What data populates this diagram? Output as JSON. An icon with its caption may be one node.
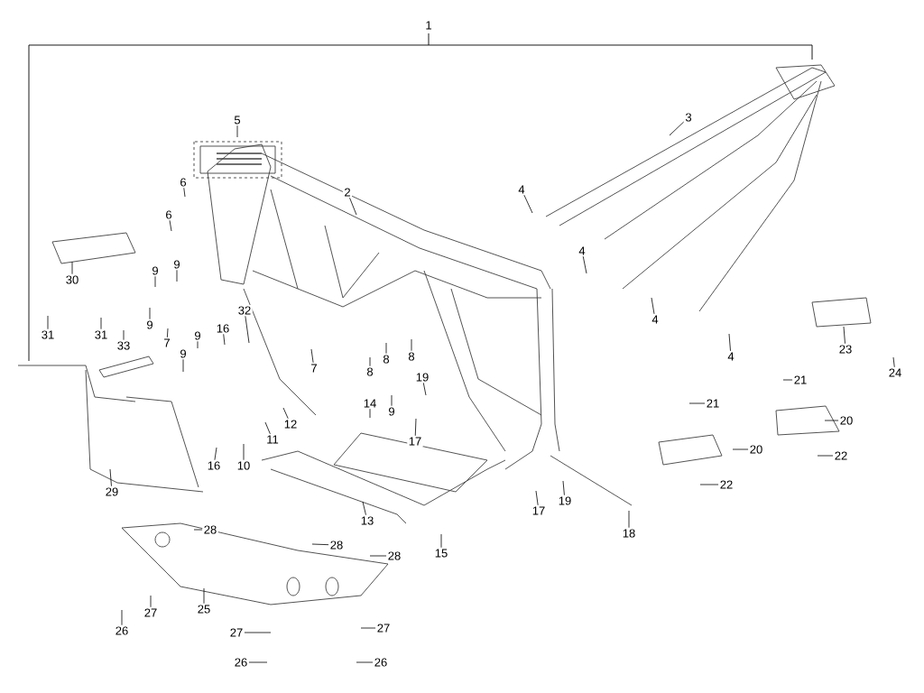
{
  "diagram": {
    "nodes": [
      {
        "text": [
          "2"
        ]
      },
      {
        "text": [
          "3"
        ]
      },
      {
        "text": [
          "4"
        ]
      },
      {
        "text": [
          "4"
        ]
      },
      {
        "text": [
          "4"
        ]
      },
      {
        "text": [
          "4"
        ]
      },
      {
        "text": [
          "5"
        ]
      },
      {
        "text": [
          "6"
        ]
      },
      {
        "text": [
          "6"
        ]
      },
      {
        "text": [
          "7"
        ]
      },
      {
        "text": [
          "7"
        ]
      },
      {
        "text": [
          "8"
        ]
      },
      {
        "text": [
          "8"
        ]
      },
      {
        "text": [
          "8"
        ]
      },
      {
        "text": [
          "9"
        ]
      },
      {
        "text": [
          "9"
        ]
      },
      {
        "text": [
          "9"
        ]
      },
      {
        "text": [
          "9"
        ]
      },
      {
        "text": [
          "9"
        ]
      },
      {
        "text": [
          "9"
        ]
      },
      {
        "text": [
          "10"
        ]
      },
      {
        "text": [
          "11"
        ]
      },
      {
        "text": [
          "12"
        ]
      },
      {
        "text": [
          "13"
        ]
      },
      {
        "text": [
          "14"
        ]
      },
      {
        "text": [
          "15"
        ]
      },
      {
        "text": [
          "16"
        ]
      },
      {
        "text": [
          "16"
        ]
      },
      {
        "text": [
          "17"
        ]
      },
      {
        "text": [
          "17"
        ]
      },
      {
        "text": [
          "18"
        ]
      },
      {
        "text": [
          "19"
        ]
      },
      {
        "text": [
          "19"
        ]
      },
      {
        "text": [
          "20"
        ]
      },
      {
        "text": [
          "20"
        ]
      },
      {
        "text": [
          "21"
        ]
      },
      {
        "text": [
          "21"
        ]
      },
      {
        "text": [
          "22"
        ]
      },
      {
        "text": [
          "22"
        ]
      },
      {
        "text": [
          "23"
        ]
      },
      {
        "text": [
          "24"
        ]
      },
      {
        "text": [
          "25"
        ]
      },
      {
        "text": [
          "26"
        ]
      },
      {
        "text": [
          "26"
        ]
      },
      {
        "text": [
          "26"
        ]
      },
      {
        "text": [
          "27"
        ]
      },
      {
        "text": [
          "27"
        ]
      },
      {
        "text": [
          "27"
        ]
      },
      {
        "text": [
          "28"
        ]
      },
      {
        "text": [
          "28"
        ]
      },
      {
        "text": [
          "28"
        ]
      },
      {
        "text": [
          "29"
        ]
      },
      {
        "text": [
          "30"
        ]
      },
      {
        "text": [
          "31"
        ]
      },
      {
        "text": [
          "31"
        ]
      },
      {
        "text": [
          "32"
        ]
      },
      {
        "text": [
          "33"
        ]
      }
    ],
    "edges": [
      {
        "from": 0,
        "to": null,
        "arrow": "none"
      },
      {
        "from": 1,
        "to": null,
        "arrow": "none"
      },
      {
        "from": 2,
        "to": null,
        "arrow": "none"
      },
      {
        "from": 3,
        "to": null,
        "arrow": "none"
      },
      {
        "from": 4,
        "to": null,
        "arrow": "none"
      },
      {
        "from": 5,
        "to": null,
        "arrow": "none"
      },
      {
        "from": 6,
        "to": null,
        "arrow": "none"
      },
      {
        "from": 7,
        "to": null,
        "arrow": "none"
      },
      {
        "from": 8,
        "to": null,
        "arrow": "none"
      },
      {
        "from": 9,
        "to": null,
        "arrow": "none"
      },
      {
        "from": 10,
        "to": null,
        "arrow": "none"
      },
      {
        "from": 11,
        "to": null,
        "arrow": "none"
      },
      {
        "from": 12,
        "to": null,
        "arrow": "none"
      },
      {
        "from": 13,
        "to": null,
        "arrow": "none"
      },
      {
        "from": 14,
        "to": null,
        "arrow": "none"
      },
      {
        "from": 15,
        "to": null,
        "arrow": "none"
      },
      {
        "from": 16,
        "to": null,
        "arrow": "none"
      },
      {
        "from": 17,
        "to": null,
        "arrow": "none"
      },
      {
        "from": 18,
        "to": null,
        "arrow": "none"
      },
      {
        "from": 19,
        "to": null,
        "arrow": "none"
      },
      {
        "from": 20,
        "to": null,
        "arrow": "none"
      },
      {
        "from": 21,
        "to": null,
        "arrow": "none"
      },
      {
        "from": 22,
        "to": null,
        "arrow": "none"
      },
      {
        "from": 23,
        "to": null,
        "arrow": "none"
      },
      {
        "from": 24,
        "to": null,
        "arrow": "none"
      },
      {
        "from": 25,
        "to": null,
        "arrow": "none"
      },
      {
        "from": 26,
        "to": null,
        "arrow": "none"
      },
      {
        "from": 27,
        "to": null,
        "arrow": "none"
      },
      {
        "from": 28,
        "to": null,
        "arrow": "none"
      },
      {
        "from": 29,
        "to": null,
        "arrow": "none"
      },
      {
        "from": 30,
        "to": null,
        "arrow": "none"
      },
      {
        "from": 31,
        "to": null,
        "arrow": "none"
      },
      {
        "from": 32,
        "to": null,
        "arrow": "none"
      },
      {
        "from": 33,
        "to": null,
        "arrow": "none"
      },
      {
        "from": 34,
        "to": null,
        "arrow": "none"
      },
      {
        "from": 35,
        "to": null,
        "arrow": "none"
      },
      {
        "from": 36,
        "to": null,
        "arrow": "none"
      },
      {
        "from": 37,
        "to": null,
        "arrow": "none"
      },
      {
        "from": 38,
        "to": null,
        "arrow": "none"
      },
      {
        "from": 39,
        "to": null,
        "arrow": "none"
      },
      {
        "from": 40,
        "to": null,
        "arrow": "none"
      },
      {
        "from": 41,
        "to": null,
        "arrow": "none"
      },
      {
        "from": 42,
        "to": null,
        "arrow": "none"
      },
      {
        "from": 43,
        "to": null,
        "arrow": "none"
      },
      {
        "from": 44,
        "to": null,
        "arrow": "none"
      },
      {
        "from": 45,
        "to": null,
        "arrow": "none"
      },
      {
        "from": 46,
        "to": null,
        "arrow": "none"
      },
      {
        "from": 47,
        "to": null,
        "arrow": "none"
      },
      {
        "from": 48,
        "to": null,
        "arrow": "none"
      },
      {
        "from": 49,
        "to": null,
        "arrow": "none"
      },
      {
        "from": 50,
        "to": null,
        "arrow": "none"
      },
      {
        "from": 51,
        "to": null,
        "arrow": "none"
      },
      {
        "from": 52,
        "to": null,
        "arrow": "none"
      },
      {
        "from": 53,
        "to": null,
        "arrow": "none"
      },
      {
        "from": 54,
        "to": null,
        "arrow": "none"
      },
      {
        "from": 55,
        "to": null,
        "arrow": "none"
      },
      {
        "from": 56,
        "to": null,
        "arrow": "none"
      }
    ],
    "labels": [
      "1"
    ]
  }
}
